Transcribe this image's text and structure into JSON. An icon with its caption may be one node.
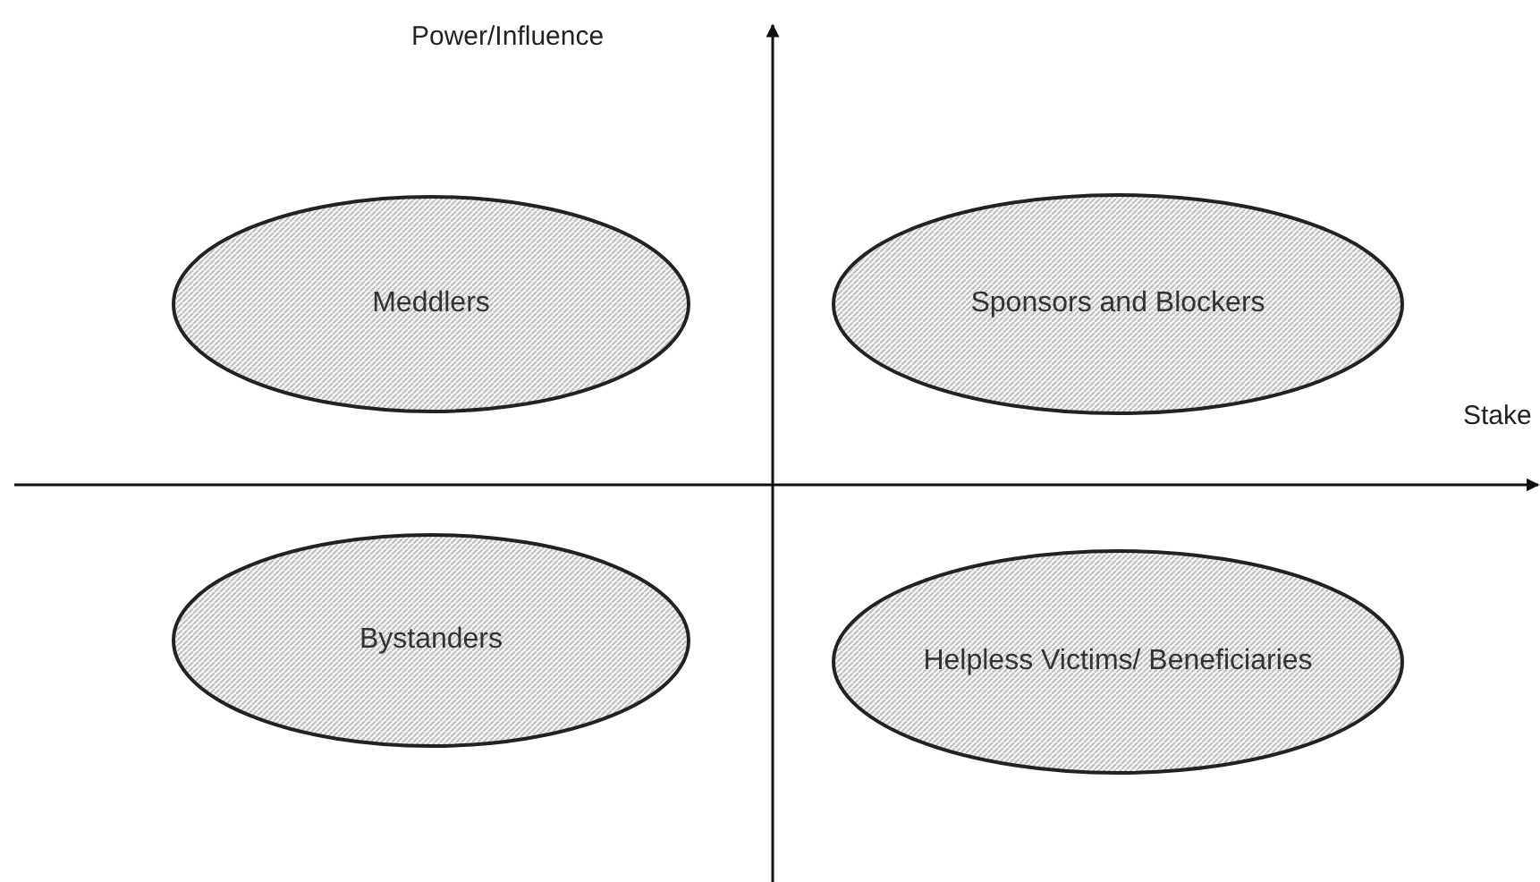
{
  "diagram": {
    "nodes": [
      {
        "text": [
          "Meddlers"
        ]
      },
      {
        "text": [
          "Sponsors and Blockers"
        ]
      },
      {
        "text": [
          "Bystanders"
        ]
      },
      {
        "text": [
          "Helpless Victims/ Beneficiaries"
        ]
      }
    ],
    "labels": [
      "Power/Influence",
      "Stake"
    ]
  }
}
